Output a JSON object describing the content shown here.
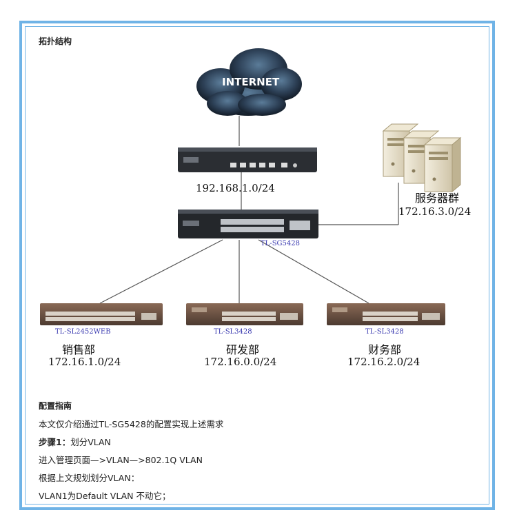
{
  "topology_heading": "拓扑结构",
  "cloud_label": "INTERNET",
  "router_subnet": "192.168.1.0/24",
  "core_switch": {
    "model": "TL-SG5428"
  },
  "server_group": {
    "name": "服务器群",
    "subnet": "172.16.3.0/24"
  },
  "departments": [
    {
      "model": "TL-SL2452WEB",
      "name": "销售部",
      "subnet": "172.16.1.0/24"
    },
    {
      "model": "TL-SL3428",
      "name": "研发部",
      "subnet": "172.16.0.0/24"
    },
    {
      "model": "TL-SL3428",
      "name": "财务部",
      "subnet": "172.16.2.0/24"
    }
  ],
  "guide": {
    "heading": "配置指南",
    "intro": "本文仅介绍通过TL-SG5428的配置实现上述需求",
    "step_label": "步骤1：",
    "step_text": "划分VLAN",
    "nav": "进入管理页面—>VLAN—>802.1Q VLAN",
    "plan": "根据上文规划划分VLAN：",
    "vlan1": "VLAN1为Default VLAN 不动它；"
  },
  "colors": {
    "frame": "#6fb3e6",
    "model_text": "#3a3ab0",
    "cloud": "#1c2a3a"
  }
}
